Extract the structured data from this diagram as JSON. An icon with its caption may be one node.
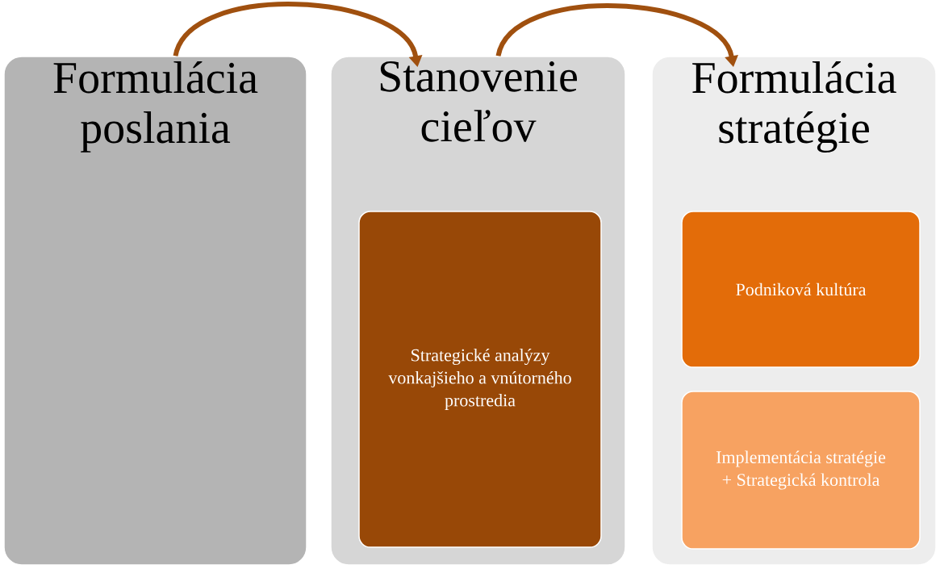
{
  "diagram": {
    "nodes": [
      {
        "text": [
          "Formulácia poslania"
        ]
      },
      {
        "text": [
          "Stanovenie cieľov"
        ]
      },
      {
        "text": [
          "Formulácia stratégie"
        ]
      },
      {
        "text": [
          "Strategické analýzy vonkajšieho a vnútorného prostredia"
        ],
        "in": 1
      },
      {
        "text": [
          "Podniková kultúra"
        ],
        "in": 2
      },
      {
        "text": [
          "Implementácia stratégie + Strategická kontrola"
        ],
        "in": 2
      }
    ],
    "edges": [
      {
        "from": 0,
        "to": 1,
        "arrow": "to"
      },
      {
        "from": 1,
        "to": 2,
        "arrow": "to"
      }
    ]
  }
}
